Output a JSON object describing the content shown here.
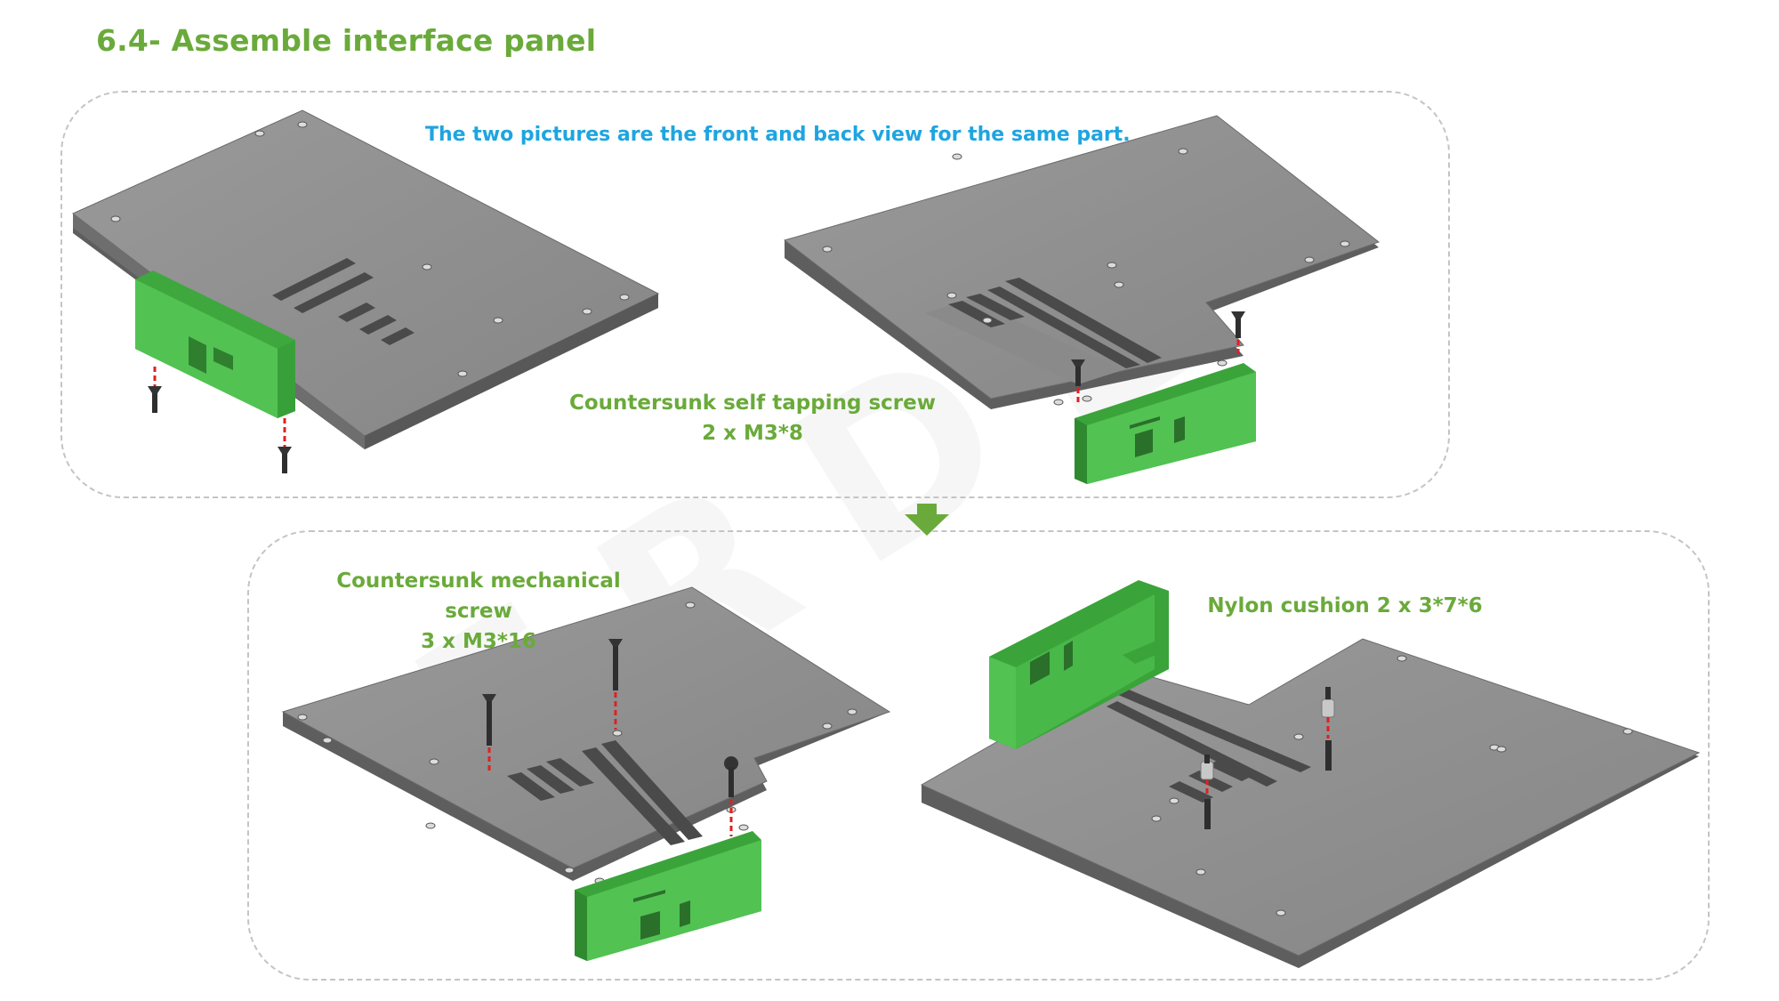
{
  "heading": {
    "title": "6.4- Assemble interface panel"
  },
  "top_panel": {
    "note": "The two pictures are the front and back view for the same part.",
    "screw_label": {
      "line1": "Countersunk self tapping screw",
      "line2": "2 x M3*8"
    }
  },
  "bottom_panel": {
    "mech_screw_label": {
      "line1": "Countersunk mechanical screw",
      "line2": "3 x M3*16"
    },
    "nylon_label": "Nylon cushion 2 x 3*7*6"
  },
  "watermark": "ERDE",
  "colors": {
    "title_green": "#6aaa3a",
    "note_blue": "#1ea5e0",
    "plate_gray": "#8e8e8e",
    "bracket_green": "#4fc24f",
    "guide_red": "#e02020"
  },
  "icons": [
    "down-arrow-icon",
    "screw-icon",
    "nylon-cushion-icon"
  ]
}
